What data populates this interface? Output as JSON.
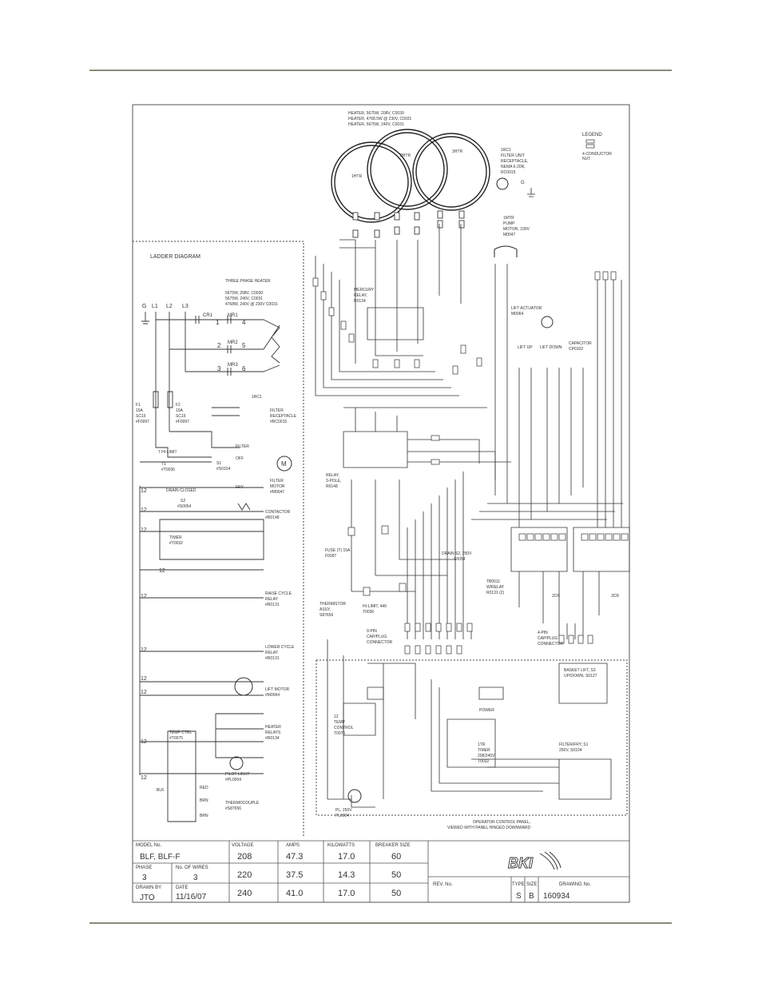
{
  "page": {
    "header_rule": "",
    "footer_rule": ""
  },
  "heaters": {
    "spec_lines": [
      "HEATER, 5675W, 208V, C0030",
      "HEATER, 4768.5W @ 230V, C0031",
      "HEATER, 5675W, 240V, C0031"
    ],
    "labels": [
      "1HTR",
      "2HTR",
      "3HTR"
    ]
  },
  "legend": {
    "title": "LEGEND",
    "item": "4-CONDUCTOR",
    "item2": "NUT"
  },
  "filter_receptacle": {
    "lines": [
      "1RC1",
      "FILTER UNIT",
      "RECEPTACLE,",
      "NEMA 6-20R,",
      "RC0015"
    ],
    "ground": "G"
  },
  "pump_motor": {
    "lines": [
      "1MTR",
      "PUMP",
      "MOTOR, 230V",
      "M0047"
    ]
  },
  "ladder": {
    "title": "LADDER  DIAGRAM",
    "heater_title": "THREE PHASE HEATER",
    "heater_specs": [
      "5675W, 208V, C0030",
      "5675W, 240V, C0031",
      "4768W, 240V @ 230V C0031"
    ],
    "supply": [
      "G",
      "L1",
      "L2",
      "L3"
    ],
    "contacts": [
      "CR1",
      "MR1",
      "MR2",
      "MR3"
    ],
    "wire_nums": [
      "1",
      "2",
      "3",
      "4",
      "5",
      "6"
    ],
    "fuse1": [
      "F1",
      "15A",
      "SC15",
      "#F0097"
    ],
    "fuse2": [
      "F2",
      "15A",
      "SC15",
      "#F0097"
    ],
    "receptacle": [
      "1RC1",
      "FILTER",
      "RECEPTACLE",
      "#RC0015"
    ],
    "hilimit": [
      "7  HI-LIMIT",
      "T1",
      "#T0036"
    ],
    "switch_s1": [
      "S1",
      "#S0104"
    ],
    "filter_label": "FILTER",
    "off_label": "OFF",
    "fry_label": "FRY",
    "motor": [
      "FILTER",
      "MOTOR",
      "#M0047"
    ],
    "drain": [
      "DRAIN CLOSED",
      "S2",
      "#S0054"
    ],
    "contactor": [
      "CONTACTOR",
      "#R0148"
    ],
    "timer": [
      "TIMER",
      "#T0032"
    ],
    "raise": [
      "RAISE CYCLE",
      "RELAY",
      "#R0131"
    ],
    "lower": [
      "LOWER CYCLE",
      "RELAY",
      "#R0131"
    ],
    "lift_motor": [
      "LIFT MOTOR",
      "#M0064"
    ],
    "heater_relays": [
      "HEATER",
      "RELAYS",
      "#R0134"
    ],
    "pilot": [
      "PILOT LIGHT",
      "#PL0004"
    ],
    "temp_ctrl": [
      "TEMP CTRL",
      "#T0075"
    ],
    "thermocouple": [
      "THERMOCOUPLE",
      "#S87656"
    ],
    "colors": [
      "RED",
      "BRN",
      "BRN",
      "BLK"
    ],
    "rung_nums": [
      "12",
      "12",
      "12",
      "12",
      "12",
      "12",
      "12",
      "12",
      "12",
      "12"
    ]
  },
  "wiring": {
    "mercury_relay": [
      "MERCURY",
      "RELAY,",
      "R0134"
    ],
    "relay3": [
      "RELAY,",
      "3-POLE,",
      "R0148"
    ],
    "fuse": [
      "FUSE (T) 15A",
      "F0097"
    ],
    "hilimit": [
      "HI-LIMIT, 440",
      "T0036"
    ],
    "thermistor": [
      "THERMISTOR",
      "ASSY,",
      "S87656"
    ],
    "plug9": [
      "9-PIN",
      "CAP/PLUG",
      "CONNECTOR"
    ],
    "plug4": [
      "4-PIN",
      "CAP/PLUG",
      "CONNECTOR"
    ],
    "lift_actuator": [
      "LIFT ACTUATOR",
      "M0064"
    ],
    "capacitor": [
      "CAPACITOR",
      "CP0102"
    ],
    "lift_up": "LIFT UP",
    "lift_down": "LIFT DOWN",
    "drain_s2": [
      "DRAIN S2, 250V",
      "S0054"
    ],
    "tb": [
      "TB0011",
      "W/RELAY",
      "R0131 (2)"
    ],
    "relays": [
      "2CR",
      "3CR"
    ],
    "basket": [
      "BASKET LIFT, S3",
      "UP/DOWN, S0127"
    ],
    "filter_fry": [
      "FILTER/FRY, S1",
      "250V, S0104"
    ],
    "timer": [
      "1TR",
      "TIMER",
      "208/240V",
      "T0032"
    ],
    "temp_control": [
      "12",
      "TEMP",
      "CONTROL",
      "T0075"
    ],
    "power": "POWER",
    "pilot": [
      "PL, 250V",
      "PL0004"
    ],
    "panel": [
      "OPERATOR CONTROL PANEL,",
      "VIEWED WITH PANEL HINGED DOWNWARD"
    ]
  },
  "title_block": {
    "headers": [
      "MODEL No.",
      "VOLTAGE",
      "AMPS",
      "KILOWATTS",
      "BREAKER SIZE"
    ],
    "model": "BLF, BLF-F",
    "rows": [
      {
        "voltage": "208",
        "amps": "47.3",
        "kw": "17.0",
        "breaker": "60"
      },
      {
        "voltage": "220",
        "amps": "37.5",
        "kw": "14.3",
        "breaker": "50"
      },
      {
        "voltage": "240",
        "amps": "41.0",
        "kw": "17.0",
        "breaker": "50"
      }
    ],
    "phase_label": "PHASE",
    "phase": "3",
    "wires_label": "No. OF WIRES",
    "wires": "3",
    "drawn_label": "DRAWN BY",
    "drawn": "JTO",
    "date_label": "DATE",
    "date": "11/16/07",
    "rev_label": "REV. No.",
    "type_label": "TYPE",
    "type": "S",
    "size_label": "SIZE",
    "size": "B",
    "drawing_label": "DRAWING No.",
    "drawing": "160934",
    "logo": "BKI"
  }
}
